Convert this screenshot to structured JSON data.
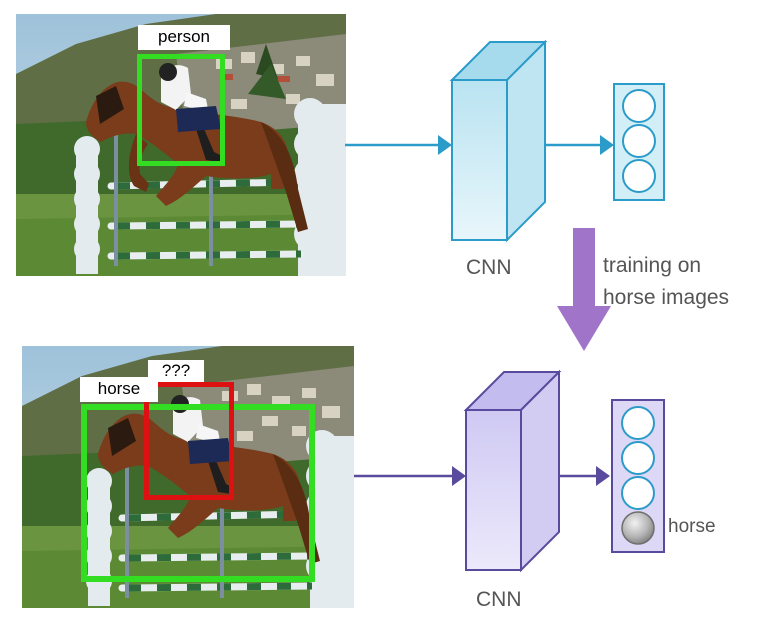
{
  "top_image": {
    "bbox_label": "person",
    "bbox_color": "#33dd22"
  },
  "bottom_image": {
    "horse_label": "horse",
    "horse_box_color": "#33dd22",
    "unknown_label": "???",
    "unknown_box_color": "#dd1111"
  },
  "top_network": {
    "label": "CNN",
    "color": "#2b9bc9",
    "fill": "#d2eef6"
  },
  "bottom_network": {
    "label": "CNN",
    "color": "#5a4a9e",
    "fill": "#dcd8f5",
    "output_label": "horse"
  },
  "training_step": {
    "label_line1": "training on",
    "label_line2": "horse images",
    "arrow_color": "#a074c8"
  }
}
